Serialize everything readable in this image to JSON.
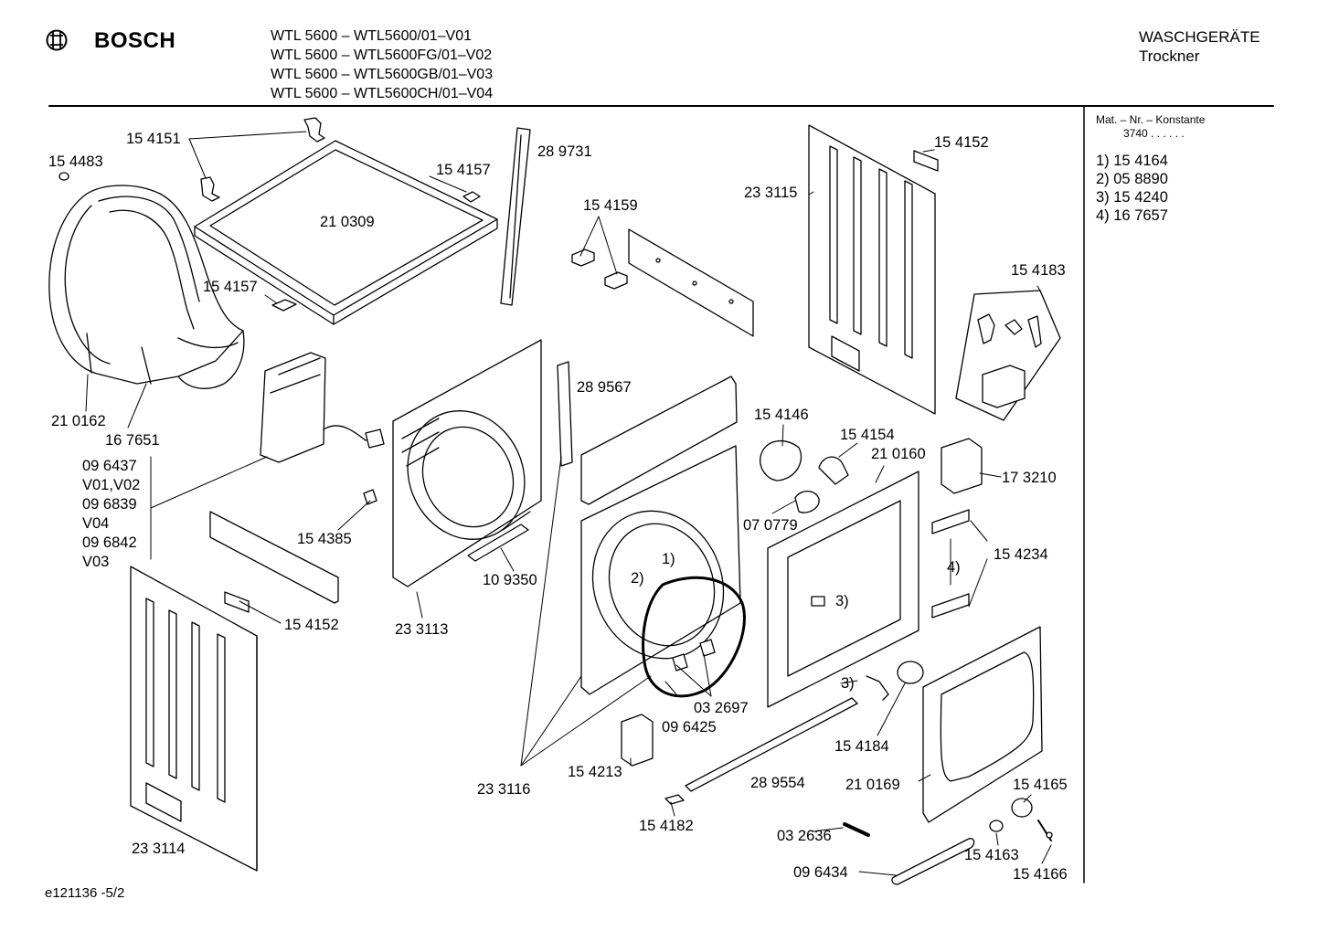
{
  "header": {
    "brand": "BOSCH",
    "models": [
      "WTL 5600 – WTL5600/01–V01",
      "WTL 5600 – WTL5600FG/01–V02",
      "WTL 5600 – WTL5600GB/01–V03",
      "WTL 5600 – WTL5600CH/01–V04"
    ],
    "category": "WASCHGERÄTE",
    "subcategory": "Trockner"
  },
  "sidebar": {
    "title": "Mat. – Nr. – Konstante",
    "constant": "3740 . .   . . . .",
    "items": [
      "1) 15 4164",
      "2) 05 8890",
      "3) 15 4240",
      "4) 16 7657"
    ]
  },
  "parts": {
    "p154151": "15 4151",
    "p154483": "15 4483",
    "p154157a": "15 4157",
    "p289731": "28 9731",
    "p210309": "21 0309",
    "p154157b": "15 4157",
    "p210162": "21 0162",
    "p167651": "16 7651",
    "p096437": "09 6437",
    "v0102": "V01,V02",
    "p096839": "09 6839",
    "v04": "V04",
    "p096842": "09 6842",
    "v03": "V03",
    "p154152a": "15 4152",
    "p233115": "23 3115",
    "p154159": "15 4159",
    "p154183": "15 4183",
    "p289567": "28 9567",
    "p154146": "15 4146",
    "p154154": "15 4154",
    "p210160": "21 0160",
    "p173210": "17 3210",
    "p154385": "15 4385",
    "p070779": "07 0779",
    "p109350": "10 9350",
    "p154234": "15 4234",
    "mark1": "1)",
    "mark2": "2)",
    "mark3a": "3)",
    "mark3b": "3)",
    "mark4": "4)",
    "p154152b": "15 4152",
    "p233113": "23 3113",
    "p032697": "03 2697",
    "p096425": "09 6425",
    "p154184": "15 4184",
    "p154213": "15 4213",
    "p289554": "28 9554",
    "p210169": "21 0169",
    "p154165": "15 4165",
    "p233116": "23 3116",
    "p154182": "15 4182",
    "p032636": "03 2636",
    "p154163": "15 4163",
    "p233114": "23 3114",
    "p096434": "09 6434",
    "p154166": "15 4166"
  },
  "footer": {
    "code": "e121136 -5/2"
  }
}
